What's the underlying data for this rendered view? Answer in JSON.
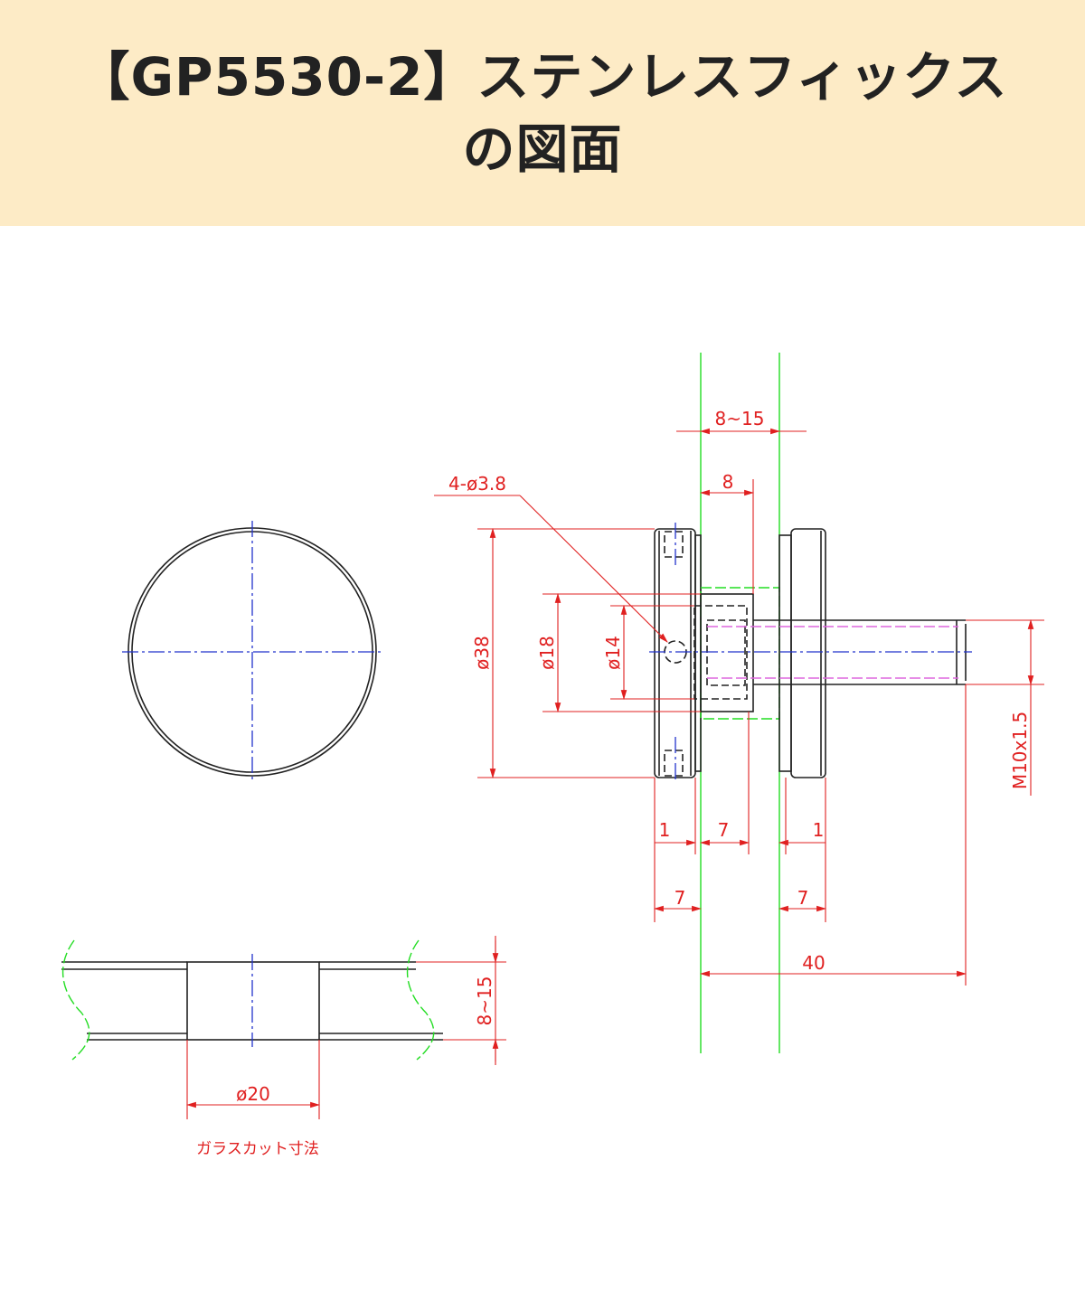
{
  "header": {
    "title_line1": "【GP5530-2】ステンレスフィックス",
    "title_line2": "の図面"
  },
  "dimensions": {
    "glass_thickness": "8~15",
    "inner_block": "8",
    "holes": "4-ø3.8",
    "dia_38": "ø38",
    "dia_18": "ø18",
    "dia_14": "ø14",
    "thread": "M10x1.5",
    "left_plate": "1",
    "block_depth": "7",
    "right_plate": "1",
    "left_total": "7",
    "right_total": "7",
    "length": "40"
  },
  "glass_cut": {
    "thickness": "8~15",
    "hole_dia": "ø20",
    "caption": "ガラスカット寸法"
  },
  "colors": {
    "header_bg": "#fdebc6",
    "dimension": "#e02020",
    "centerline": "#2233cc",
    "glass": "#22dd22"
  }
}
